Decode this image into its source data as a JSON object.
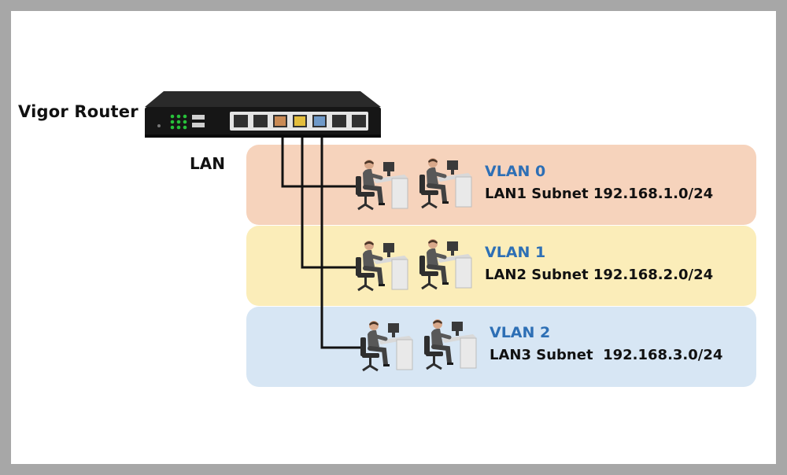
{
  "router": {
    "label": "Vigor Router",
    "port_label": "LAN"
  },
  "vlans": [
    {
      "title": "VLAN 0",
      "subnet": "LAN1 Subnet 192.168.1.0/24",
      "band_color": "#f6d3bc",
      "port_color": "#c98a55"
    },
    {
      "title": "VLAN 1",
      "subnet": "LAN2 Subnet 192.168.2.0/24",
      "band_color": "#fbedb9",
      "port_color": "#e3bd3c"
    },
    {
      "title": "VLAN 2",
      "subnet": "LAN3 Subnet  192.168.3.0/24",
      "band_color": "#d7e6f4",
      "port_color": "#6f99c8"
    }
  ],
  "colors": {
    "vlan_title": "#2d6fb5",
    "cable": "#111111",
    "frame": "#a7a7a7"
  },
  "icons": [
    "router-icon",
    "employee-workstation-icon"
  ]
}
